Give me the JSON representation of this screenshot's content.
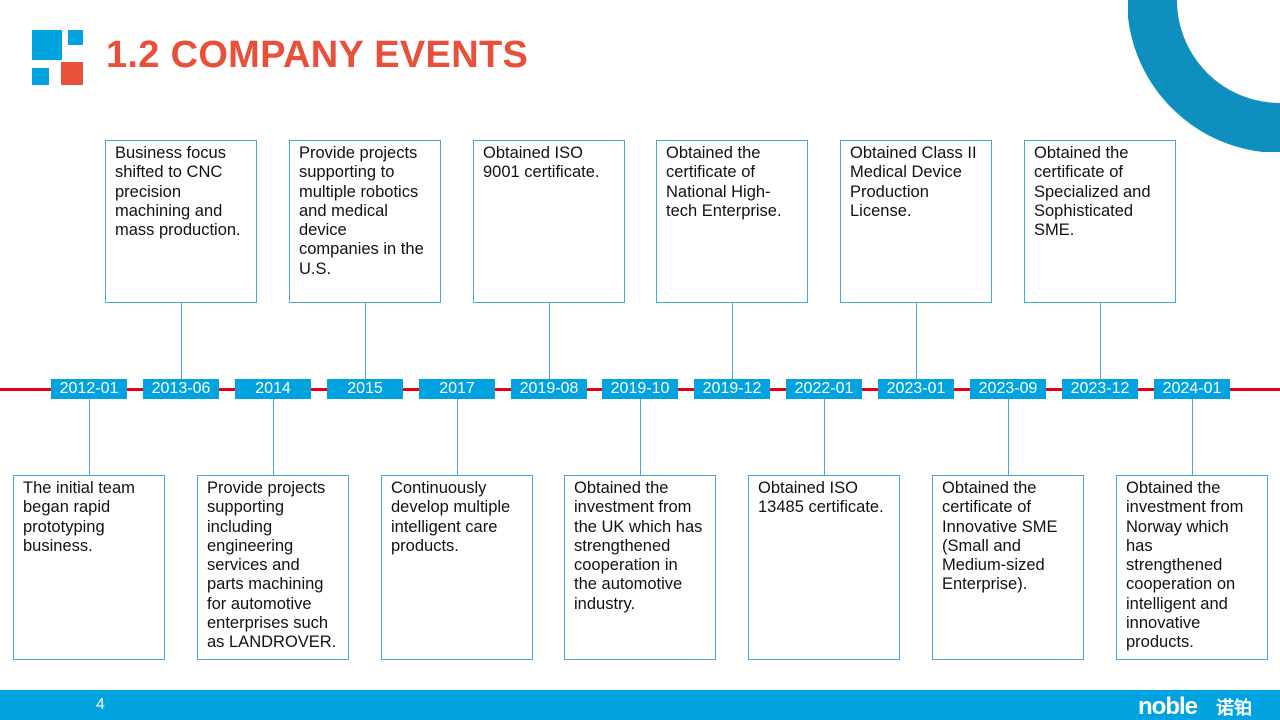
{
  "title": "1.2 COMPANY EVENTS",
  "colors": {
    "accent": "#e8503a",
    "blue": "#00a3e0",
    "deep_blue": "#0f8fbf",
    "axis": "#e60012",
    "card_border": "#4aa8d8"
  },
  "timeline": [
    {
      "date": "2012-01",
      "text": "The initial team\nbegan rapid\nprototyping\nbusiness.",
      "side": "bottom"
    },
    {
      "date": "2013-06",
      "text": "Business focus\nshifted to CNC\nprecision\nmachining and\nmass production.",
      "side": "top"
    },
    {
      "date": "2014",
      "text": "Provide projects\nsupporting\nincluding\nengineering\nservices and\nparts machining\nfor automotive\nenterprises such\nas LANDROVER.",
      "side": "bottom"
    },
    {
      "date": "2015",
      "text": "Provide projects\nsupporting to\nmultiple robotics\nand medical\ndevice\ncompanies in the\nU.S.",
      "side": "top"
    },
    {
      "date": "2017",
      "text": "Continuously\ndevelop multiple\nintelligent care\nproducts.",
      "side": "bottom"
    },
    {
      "date": "2019-08",
      "text": "Obtained ISO\n9001 certificate.",
      "side": "top"
    },
    {
      "date": "2019-10",
      "text": "Obtained the\ninvestment from\nthe UK which has\nstrengthened\ncooperation in\nthe automotive\nindustry.",
      "side": "bottom"
    },
    {
      "date": "2019-12",
      "text": "Obtained the\ncertificate of\nNational High-\ntech Enterprise.",
      "side": "top"
    },
    {
      "date": "2022-01",
      "text": "Obtained ISO\n13485 certificate.",
      "side": "bottom"
    },
    {
      "date": "2023-01",
      "text": "Obtained Class II\nMedical Device\nProduction\nLicense.",
      "side": "top"
    },
    {
      "date": "2023-09",
      "text": "Obtained the\ncertificate of\nInnovative SME\n(Small and\nMedium-sized\nEnterprise).",
      "side": "bottom"
    },
    {
      "date": "2023-12",
      "text": "Obtained the\ncertificate of\nSpecialized and\nSophisticated\nSME.",
      "side": "top"
    },
    {
      "date": "2024-01",
      "text": "Obtained the\ninvestment from\nNorway which\nhas\nstrengthened\ncooperation on\nintelligent and\ninnovative\nproducts.",
      "side": "bottom"
    }
  ],
  "footer": {
    "page_number": "4",
    "brand_text": "noble",
    "brand_cn": "诺铂"
  }
}
